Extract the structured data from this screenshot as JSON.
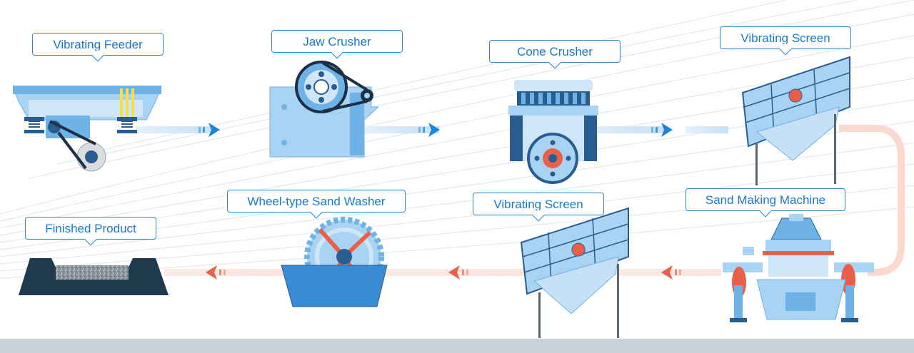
{
  "labels": {
    "vibrating_feeder": "Vibrating Feeder",
    "jaw_crusher": "Jaw Crusher",
    "cone_crusher": "Cone Crusher",
    "vibrating_screen_top": "Vibrating Screen",
    "sand_making_machine": "Sand Making Machine",
    "vibrating_screen_bottom": "Vibrating Screen",
    "wheel_sand_washer": "Wheel-type Sand Washer",
    "finished_product": "Finished Product"
  },
  "colors": {
    "label_border": "#2f86d6",
    "label_text": "#1a78c9",
    "flow_forward": "#1a86d6",
    "flow_return": "#e8604a",
    "machine_light": "#a9d3f2",
    "machine_mid": "#6eb2e6",
    "machine_dark": "#2a5d8f",
    "product": "#1f3a4c",
    "footer": "#c9d2da"
  },
  "icons": [
    "vibrating-feeder-icon",
    "jaw-crusher-icon",
    "cone-crusher-icon",
    "vibrating-screen-icon",
    "sand-making-machine-icon",
    "sand-washer-icon",
    "finished-product-icon",
    "arrow-right-icon",
    "arrow-left-icon"
  ]
}
